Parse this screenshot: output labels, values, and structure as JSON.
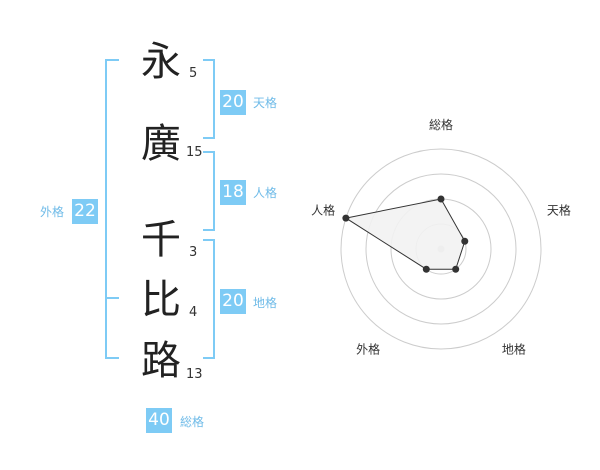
{
  "name": {
    "chars": [
      {
        "char": "永",
        "strokes": "5"
      },
      {
        "char": "廣",
        "strokes": "15"
      },
      {
        "char": "千",
        "strokes": "3"
      },
      {
        "char": "比",
        "strokes": "4"
      },
      {
        "char": "路",
        "strokes": "13"
      }
    ]
  },
  "fortune": {
    "tenkaku": {
      "value": "20",
      "label": "天格"
    },
    "jinkaku": {
      "value": "18",
      "label": "人格"
    },
    "chikaku": {
      "value": "20",
      "label": "地格"
    },
    "gaikaku": {
      "value": "22",
      "label": "外格"
    },
    "soukaku": {
      "value": "40",
      "label": "総格"
    }
  },
  "chart_data": {
    "type": "radar",
    "axes": [
      "総格",
      "天格",
      "地格",
      "外格",
      "人格"
    ],
    "values": [
      2,
      1,
      1,
      1,
      4
    ],
    "max": 4,
    "colors": {
      "accent": "#7ecbf5",
      "label": "#6fbbe8",
      "ring": "#cccccc",
      "fill": "#f2f2f2",
      "line": "#333333"
    }
  }
}
